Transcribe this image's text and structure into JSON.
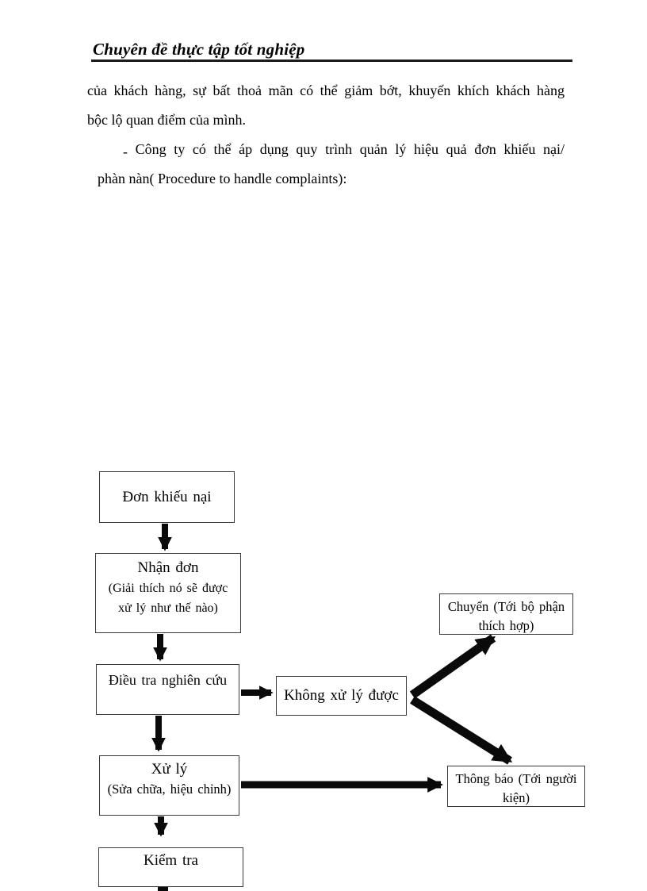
{
  "page": {
    "header_title": "Chuyên đề thực tập tốt nghiệp"
  },
  "body": {
    "p1_line1": "của khách hàng, sự bất thoả mãn có thể giảm bớt, khuyến khích khách hàng",
    "p1_line2": "bộc lộ quan điểm của mình.",
    "p2_dash": "-",
    "p2_line1": "Công ty có thể áp dụng quy trình quản lý hiệu quả đơn khiếu nại/",
    "p2_line2": "phàn nàn( Procedure to handle complaints):"
  },
  "flowchart": {
    "boxes": {
      "complaint": {
        "title": "Đơn khiếu nại"
      },
      "receive": {
        "title": "Nhận đơn",
        "subtitle_lines": [
          "(Giải thích nó sẽ được",
          "xử lý như thế nào)"
        ]
      },
      "investigate": {
        "title": "Điều tra nghiên cứu"
      },
      "cannot_handle": {
        "title": "Không xử lý được"
      },
      "transfer": {
        "lines": [
          "Chuyển (Tới bộ phận",
          "thích hợp)"
        ]
      },
      "handle": {
        "title": "Xử lý",
        "subtitle": "(Sửa chữa, hiệu chỉnh)"
      },
      "notify": {
        "lines": [
          "Thông báo (Tới người",
          "kiện)"
        ]
      },
      "check": {
        "title": "Kiểm tra"
      }
    }
  },
  "colors": {
    "text": "#000000",
    "box_border": "#3a3a3a",
    "arrow": "#0a0a0a",
    "background": "#ffffff"
  }
}
